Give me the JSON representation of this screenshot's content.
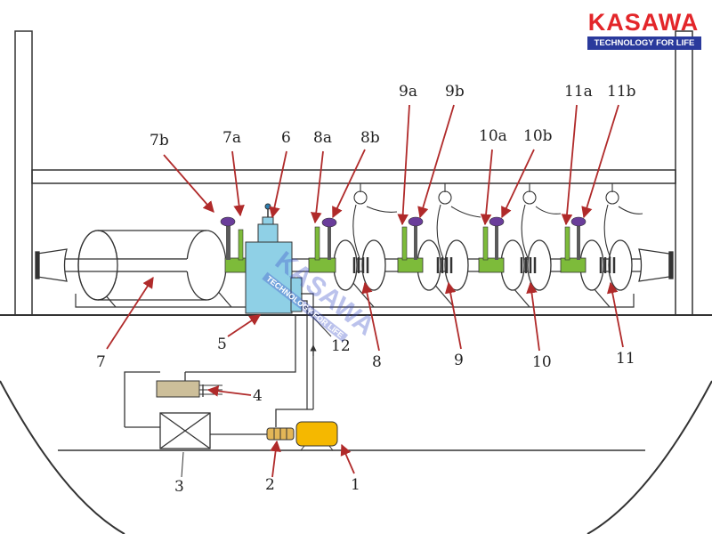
{
  "logo": {
    "brand": "KASAWA",
    "tagline": "TECHNOLOGY FOR LIFE"
  },
  "watermark": {
    "brand": "KASAWA",
    "tagline": "TECHNOLOGY FOR LIFE"
  },
  "labels": {
    "l7b": "7b",
    "l7a": "7a",
    "l6": "6",
    "l8a": "8a",
    "l8b": "8b",
    "l9a": "9a",
    "l9b": "9b",
    "l10a": "10a",
    "l10b": "10b",
    "l11a": "11a",
    "l11b": "11b",
    "l7": "7",
    "l5": "5",
    "l12": "12",
    "l8": "8",
    "l9": "9",
    "l10": "10",
    "l11": "11",
    "l4": "4",
    "l3": "3",
    "l2": "2",
    "l1": "1"
  },
  "colors": {
    "line": "#333333",
    "arrow": "#b02a2a",
    "brake_bracket": "#7dbb3a",
    "brake_pad": "#6a3d9a",
    "controller": "#8fd0e6",
    "motor": "#f5b800",
    "box4": "#cdbf9a",
    "logo_red": "#e3262a",
    "logo_blue": "#2a3a9c"
  }
}
